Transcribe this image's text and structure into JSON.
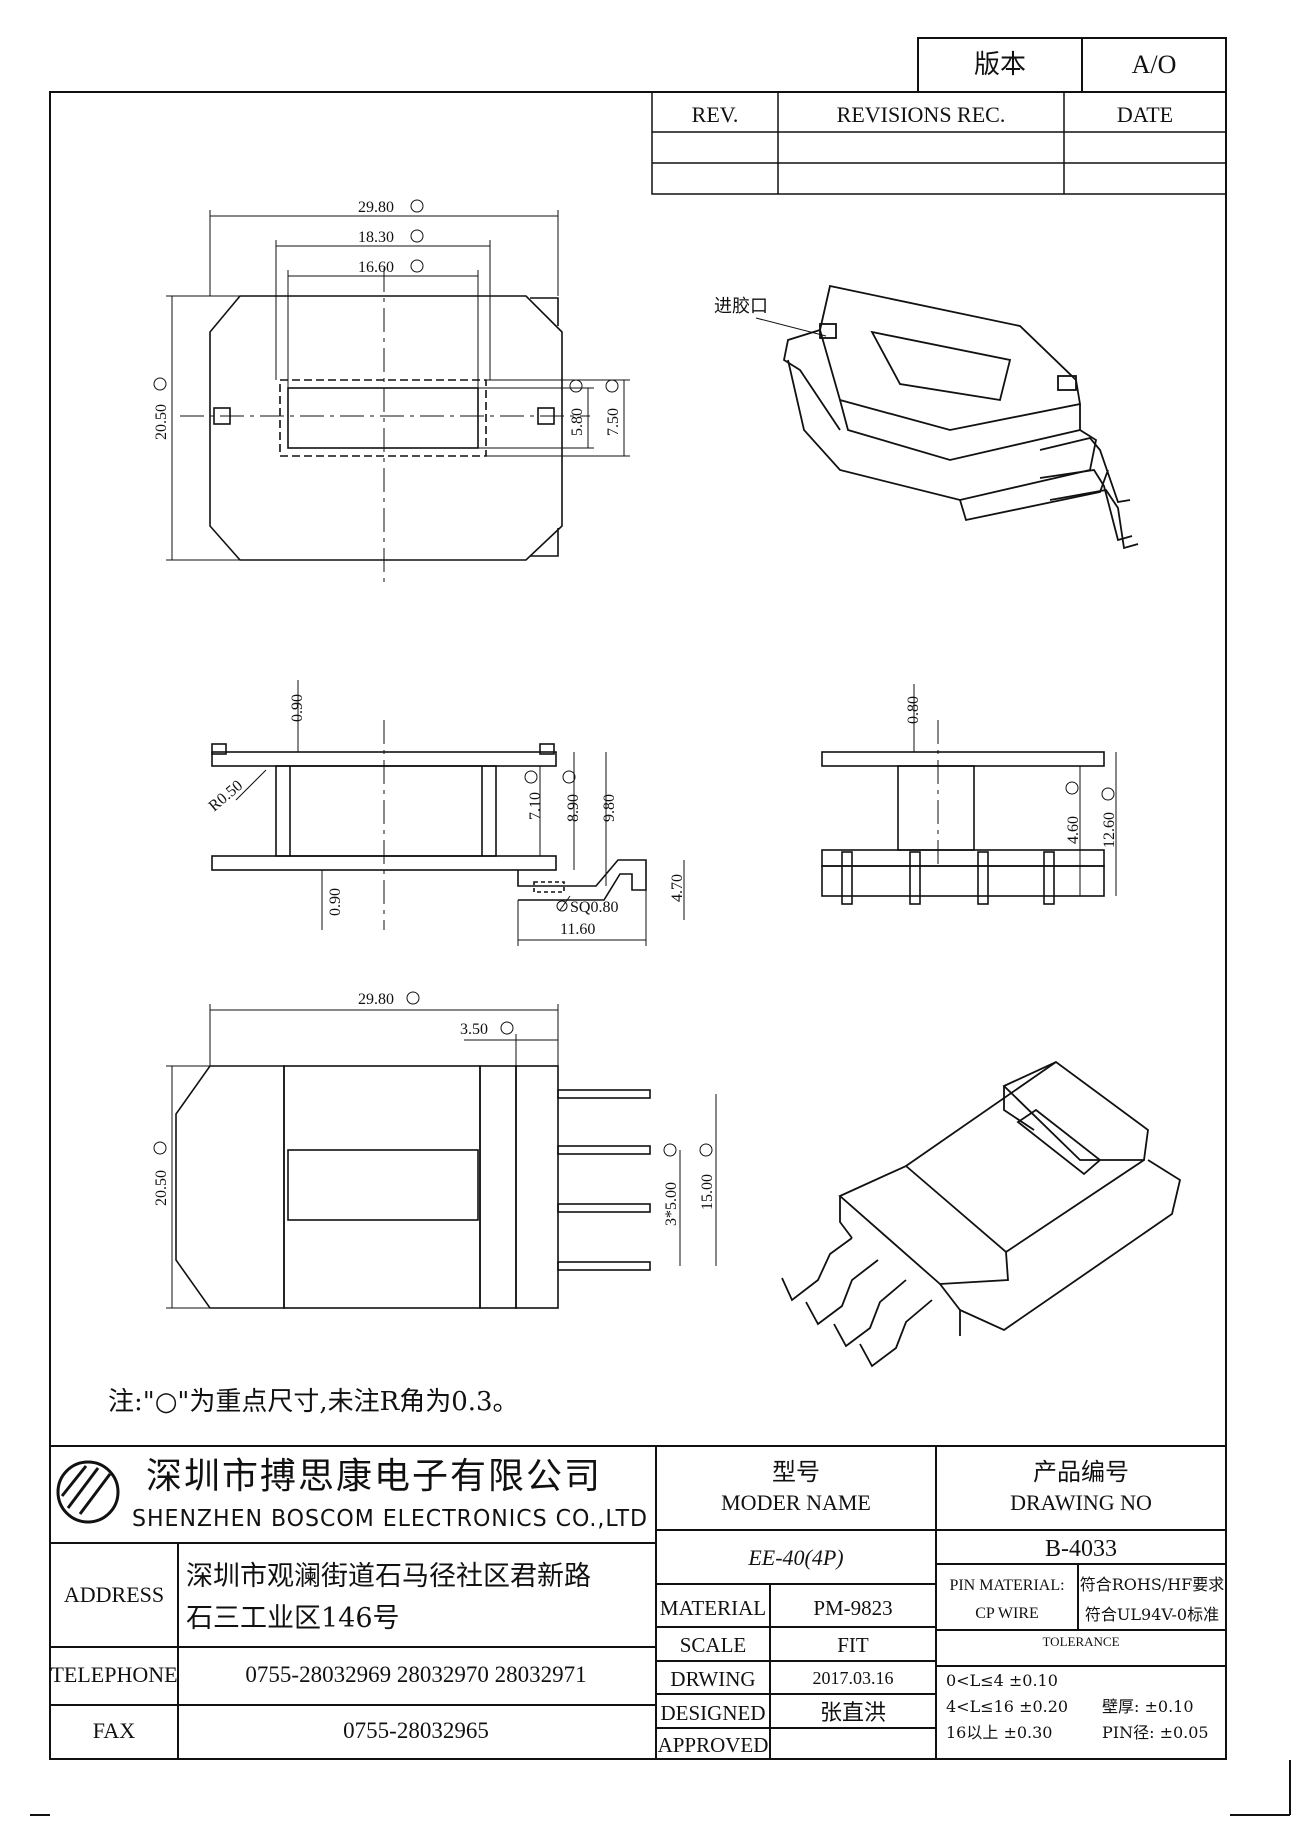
{
  "version_box": {
    "label": "版本",
    "value": "A/O"
  },
  "revisions": {
    "col_rev": "REV.",
    "col_rec": "REVISIONS REC.",
    "col_date": "DATE"
  },
  "callout_gate": "进胶口",
  "dims": {
    "top_w1": "29.80",
    "top_w2": "18.30",
    "top_w3": "16.60",
    "top_h": "20.50",
    "top_in1": "5.80",
    "top_in2": "7.50",
    "side_t1": "0.90",
    "side_r": "R0.50",
    "side_h1": "7.10",
    "side_h2": "8.90",
    "side_h3": "9.80",
    "side_t2": "0.90",
    "side_sq": "SQ0.80",
    "side_pin": "4.70",
    "side_w": "11.60",
    "end_t": "0.80",
    "end_h1": "4.60",
    "end_h2": "12.60",
    "bot_w": "29.80",
    "bot_flange": "3.50",
    "bot_h": "20.50",
    "bot_pitch": "3*5.00",
    "bot_span": "15.00"
  },
  "note": "注:\"○\"为重点尺寸,未注R角为0.3。",
  "title_block": {
    "company_cn": "深圳市搏思康电子有限公司",
    "company_en": "SHENZHEN BOSCOM ELECTRONICS CO.,LTD",
    "address_label": "ADDRESS",
    "address_line1": "深圳市观澜街道石马径社区君新路",
    "address_line2": "石三工业区146号",
    "telephone_label": "TELEPHONE",
    "telephone": "0755-28032969 28032970 28032971",
    "fax_label": "FAX",
    "fax": "0755-28032965",
    "model_cn": "型号",
    "model_en": "MODER NAME",
    "model_value": "EE-40(4P)",
    "material_label": "MATERIAL",
    "material_value": "PM-9823",
    "scale_label": "SCALE",
    "scale_value": "FIT",
    "drawing_label": "DRWING",
    "drawing_date": "2017.03.16",
    "designed_label": "DESIGNED",
    "designed_value": "张直洪",
    "approved_label": "APPROVED",
    "drawing_no_cn": "产品编号",
    "drawing_no_en": "DRAWING NO",
    "drawing_no": "B-4033",
    "pin_material_label": "PIN MATERIAL:",
    "pin_material_value": "符合ROHS/HF要求",
    "cp_wire": "CP WIRE",
    "cp_wire_value": "符合UL94V-0标准",
    "tolerance_label": "TOLERANCE",
    "tol_row1": "0<L≤4  ±0.10",
    "tol_row2": "4<L≤16  ±0.20",
    "tol_row3": "16以上    ±0.30",
    "tol_wall": "壁厚:  ±0.10",
    "tol_pin": "PIN径: ±0.05"
  }
}
